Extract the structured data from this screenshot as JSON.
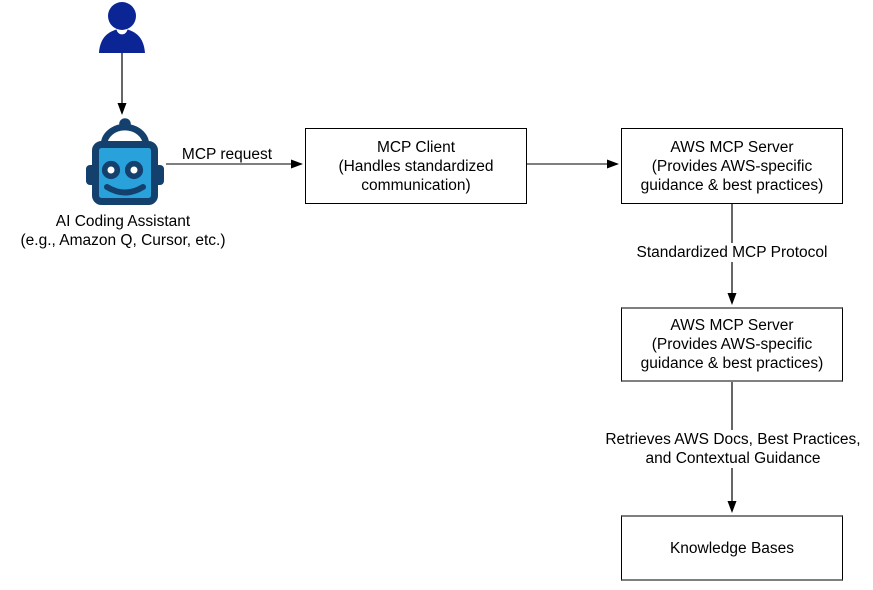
{
  "diagram": {
    "background": "#ffffff",
    "edge_color": "#000000",
    "node_border_color": "#000000",
    "highlight_border_color": "#808080",
    "user": {
      "icon": "person-icon",
      "icon_color": "#0c2594"
    },
    "assistant": {
      "icon": "robot-icon",
      "outline_color": "#14406e",
      "face_color": "#29a2db",
      "label_line1": "AI Coding Assistant",
      "label_line2": "(e.g., Amazon Q, Cursor, etc.)"
    },
    "nodes": [
      {
        "id": "mcp-client",
        "line1": "MCP Client",
        "line2": "(Handles standardized",
        "line3": "communication)"
      },
      {
        "id": "aws-mcp-server-1",
        "line1": "AWS MCP Server",
        "line2": "(Provides AWS-specific",
        "line3": "guidance & best practices)"
      },
      {
        "id": "aws-mcp-server-2",
        "line1": "AWS MCP Server",
        "line2": "(Provides AWS-specific",
        "line3": "guidance & best practices)"
      },
      {
        "id": "knowledge-bases",
        "line1": "Knowledge Bases"
      }
    ],
    "edge_labels": {
      "mcp_request": "MCP request",
      "standardized_protocol": "Standardized MCP Protocol",
      "retrieves_line1": "Retrieves AWS Docs, Best Practices,",
      "retrieves_line2": "and Contextual Guidance"
    }
  }
}
